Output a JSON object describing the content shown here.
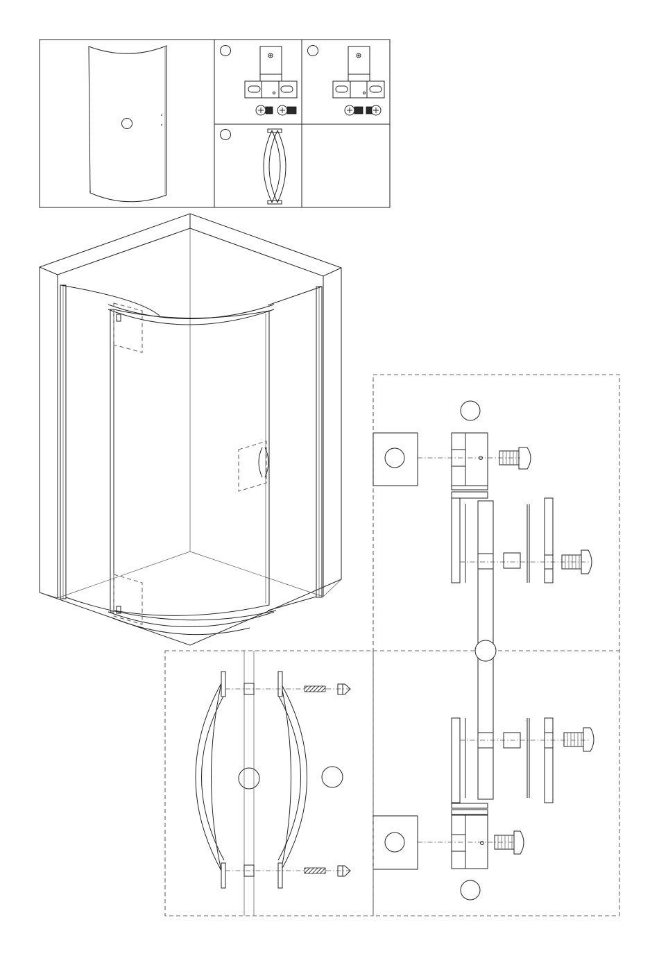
{
  "figure": {
    "parts_panel": {
      "cells": [
        {
          "id": "glass-panel"
        },
        {
          "id": "hinge-set-a"
        },
        {
          "id": "hinge-set-b"
        },
        {
          "id": "handle"
        },
        {
          "id": "empty"
        }
      ]
    },
    "detail_groups": [
      {
        "id": "hinge-detail"
      },
      {
        "id": "handle-detail"
      }
    ]
  }
}
